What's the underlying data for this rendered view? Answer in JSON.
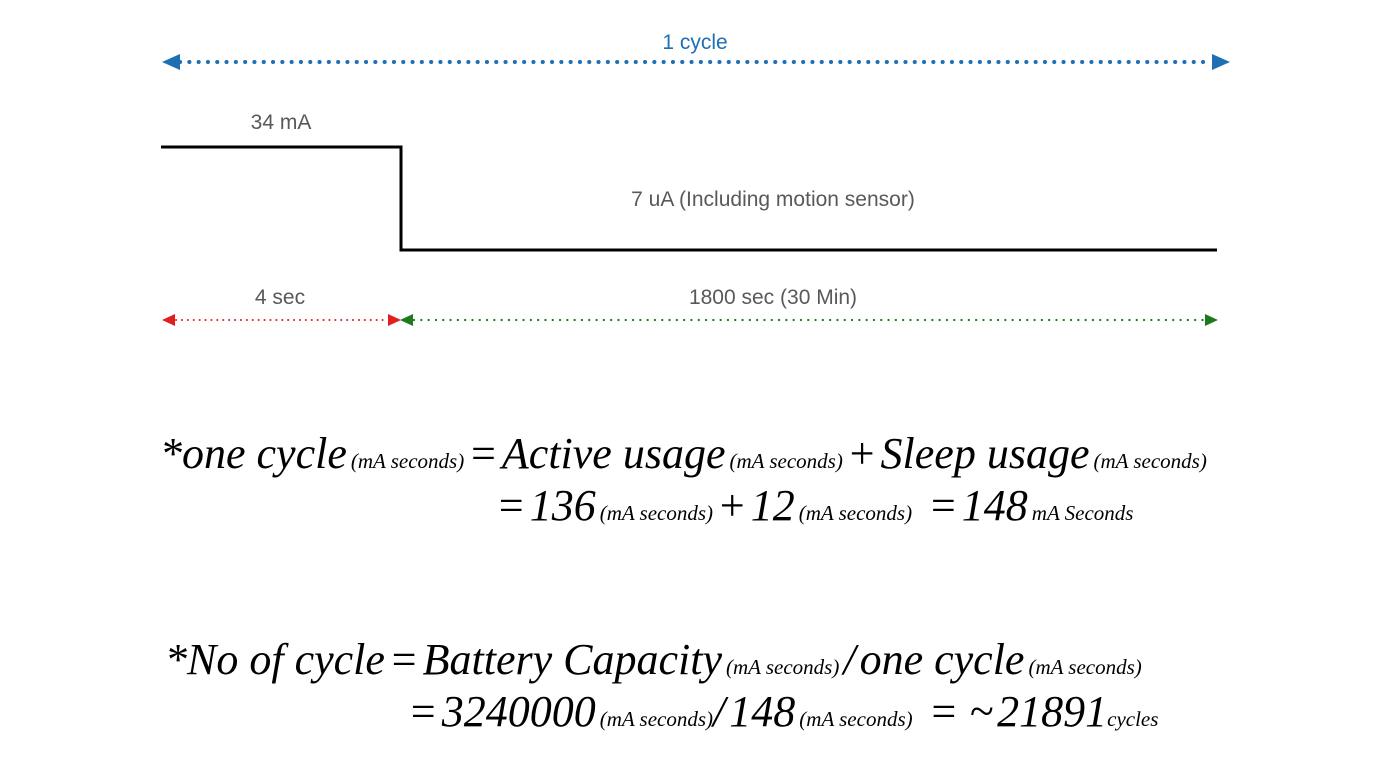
{
  "timing": {
    "cycle_label": "1 cycle",
    "active_current": "34 mA",
    "sleep_current": "7 uA (Including motion sensor)",
    "active_duration": "4 sec",
    "sleep_duration": "1800 sec (30 Min)"
  },
  "colors": {
    "cycle_arrow": "#1f6fb5",
    "active_arrow": "#e02020",
    "sleep_arrow": "#1e7a1e",
    "waveform": "#000000",
    "result_text": "#5a5a5a"
  },
  "equation1": {
    "prefix": "*one cycle",
    "unit_a": "(mA seconds)",
    "eq_sign": "=",
    "term_active": "Active usage",
    "unit_b": "(mA seconds)",
    "plus": "+",
    "term_sleep": "Sleep usage",
    "unit_c": "(mA seconds)",
    "line2_eq": "=",
    "active_value": "136",
    "unit_d": "(mA seconds)",
    "plus2": "+",
    "sleep_value": "12",
    "unit_e": "(mA seconds)",
    "result_eq": "=",
    "result_value": "148",
    "result_unit": "mA Seconds"
  },
  "equation2": {
    "prefix": "*No of cycle",
    "eq_sign": "=",
    "term_capacity": "Battery Capacity",
    "unit_a": "(mA seconds)",
    "divide": "/",
    "term_cycle": "one cycle",
    "unit_b": "(mA seconds)",
    "line2_eq": "=",
    "capacity_value": "3240000",
    "unit_c": "(mA seconds)",
    "divide2": "/",
    "cycle_value": "148",
    "unit_d": "(mA seconds)",
    "result_eq": "= ~",
    "result_value": "21891",
    "result_unit": "cycles"
  }
}
